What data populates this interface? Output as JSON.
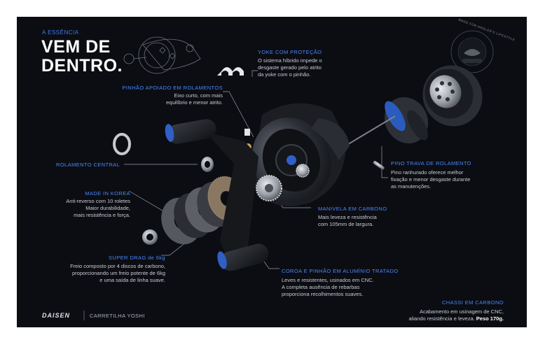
{
  "header": {
    "eyebrow": "A ESSÊNCIA",
    "headline_line1": "VEM DE",
    "headline_line2": "DENTRO."
  },
  "callouts": {
    "yoke": {
      "title": "YOKE COM PROTEÇÃO",
      "lines": [
        "O sistema híbrido impede o",
        "desgaste gerado pelo atrito",
        "da yoke com o pinhão."
      ]
    },
    "pinhao": {
      "title": "PINHÃO APOIADO EM ROLAMENTOS",
      "lines": [
        "Eixo curto, com mais",
        "equilíbrio e menor atrito."
      ]
    },
    "rolamento": {
      "title": "ROLAMENTO CENTRAL"
    },
    "korea": {
      "title": "MADE IN KOREA",
      "lines": [
        "Anti-reverso com 10 roletes",
        "Maior durabilidade,",
        "mais resistência e força."
      ]
    },
    "drag": {
      "title": "SUPER DRAG de 6kg",
      "lines": [
        "Freio composto por 4 discos de carbono,",
        "proporcionando um freio potente de 6kg",
        "e uma saída de linha suave."
      ]
    },
    "pino": {
      "title": "PINO TRAVA DE ROLAMENTO",
      "lines": [
        "Pino ranhurado oferece melhor",
        "fixação e menor desgaste durante",
        "as manutenções."
      ]
    },
    "manivela": {
      "title": "MANIVELA EM CARBONO",
      "lines": [
        "Mais leveza e resistência",
        "com 105mm de largura."
      ]
    },
    "coroa": {
      "title": "COROA E PINHÃO EM ALUMÍNIO TRATADO",
      "lines": [
        "Leves e resistentes, usinados em CNC.",
        "A completa ausência de rebarbas",
        "proporciona recolhimentos suaves."
      ]
    },
    "chassi": {
      "title": "CHASSI EM CARBONO",
      "line1": "Acabamento em usinagem de CNC,",
      "line2_text": "aliando resistência e leveza. ",
      "line2_bold": "Peso 170g."
    }
  },
  "footer": {
    "brand": "DAISEN",
    "product": "CARRETILHA YOSHI"
  },
  "badge": {
    "text": "MADE FOR ANGLER'S LIFESTYLE"
  },
  "colors": {
    "background": "#0b0d12",
    "accent": "#4a86ff",
    "body_text": "#c9ccd3",
    "metal_blue": "#2f5fc7"
  }
}
